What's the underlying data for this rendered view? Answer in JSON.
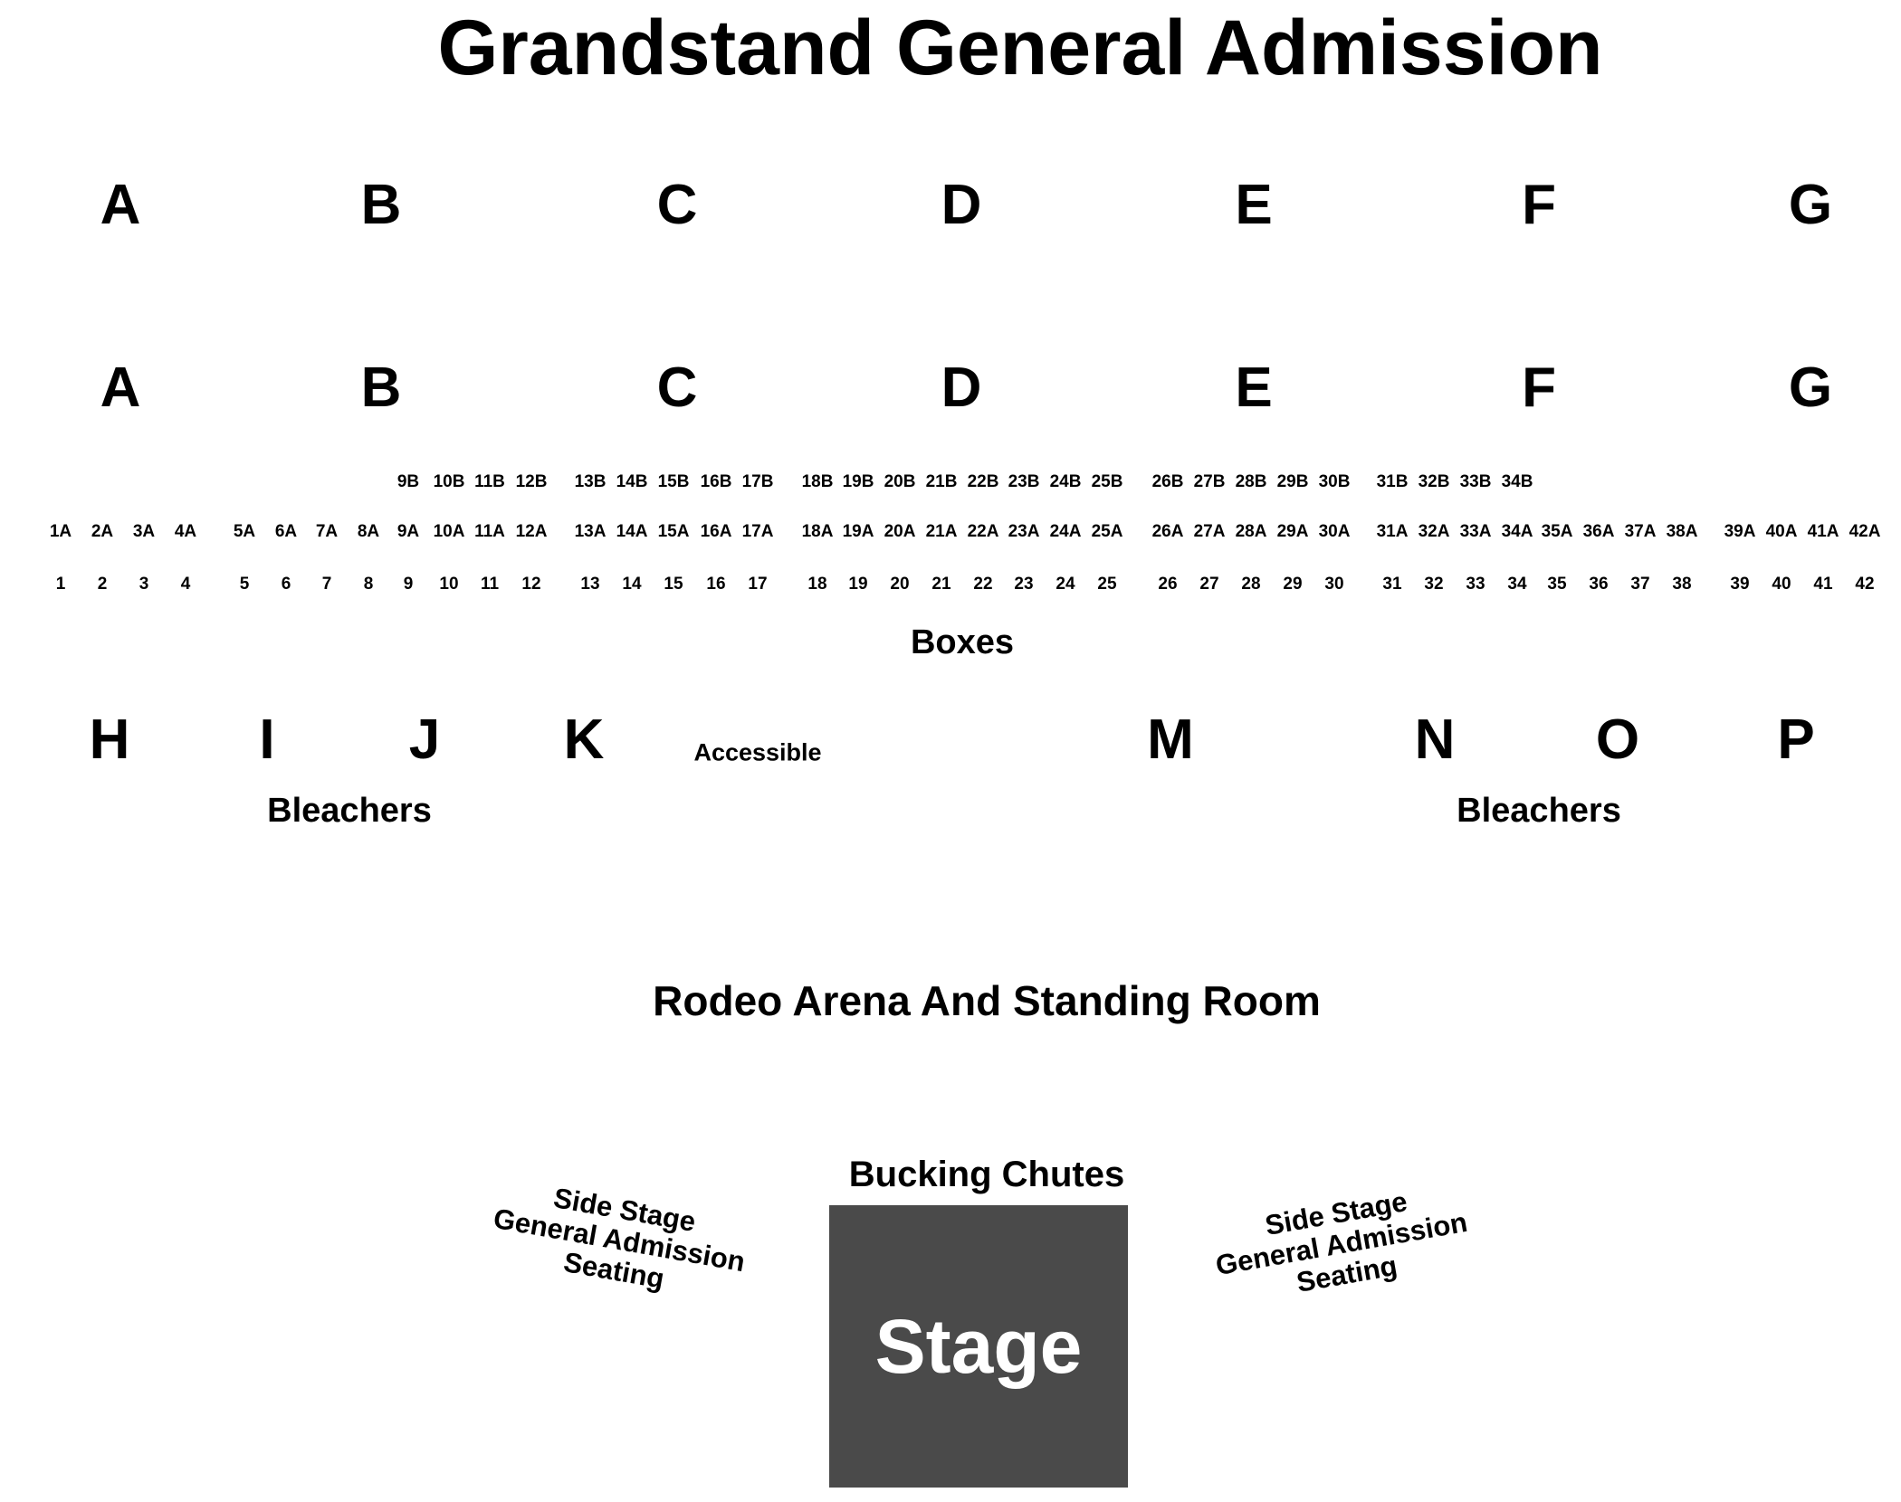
{
  "title": "Grandstand General Admission",
  "upper_sections": [
    "A",
    "B",
    "C",
    "D",
    "E",
    "F",
    "G"
  ],
  "middle_sections": [
    "A",
    "B",
    "C",
    "D",
    "E",
    "F",
    "G"
  ],
  "boxes": {
    "label": "Boxes",
    "row_b": [
      "9B",
      "10B",
      "11B",
      "12B",
      "13B",
      "14B",
      "15B",
      "16B",
      "17B",
      "18B",
      "19B",
      "20B",
      "21B",
      "22B",
      "23B",
      "24B",
      "25B",
      "26B",
      "27B",
      "28B",
      "29B",
      "30B",
      "31B",
      "32B",
      "33B",
      "34B"
    ],
    "row_a": [
      "1A",
      "2A",
      "3A",
      "4A",
      "5A",
      "6A",
      "7A",
      "8A",
      "9A",
      "10A",
      "11A",
      "12A",
      "13A",
      "14A",
      "15A",
      "16A",
      "17A",
      "18A",
      "19A",
      "20A",
      "21A",
      "22A",
      "23A",
      "24A",
      "25A",
      "26A",
      "27A",
      "28A",
      "29A",
      "30A",
      "31A",
      "32A",
      "33A",
      "34A",
      "35A",
      "36A",
      "37A",
      "38A",
      "39A",
      "40A",
      "41A",
      "42A"
    ],
    "numbers": [
      "1",
      "2",
      "3",
      "4",
      "5",
      "6",
      "7",
      "8",
      "9",
      "10",
      "11",
      "12",
      "13",
      "14",
      "15",
      "16",
      "17",
      "18",
      "19",
      "20",
      "21",
      "22",
      "23",
      "24",
      "25",
      "26",
      "27",
      "28",
      "29",
      "30",
      "31",
      "32",
      "33",
      "34",
      "35",
      "36",
      "37",
      "38",
      "39",
      "40",
      "41",
      "42"
    ]
  },
  "bleacher_sections": [
    "H",
    "I",
    "J",
    "K",
    "M",
    "N",
    "O",
    "P"
  ],
  "accessible": "Accessible",
  "bleachers_left": "Bleachers",
  "bleachers_right": "Bleachers",
  "arena": "Rodeo Arena And Standing Room",
  "chutes": "Bucking Chutes",
  "stage": "Stage",
  "side_left": [
    "Side Stage",
    "General Admission",
    "Seating"
  ],
  "side_right": [
    "Side Stage",
    "General Admission",
    "Seating"
  ],
  "colors": {
    "stage": "#4a4a4a",
    "text": "#000000",
    "stage_text": "#ffffff"
  }
}
